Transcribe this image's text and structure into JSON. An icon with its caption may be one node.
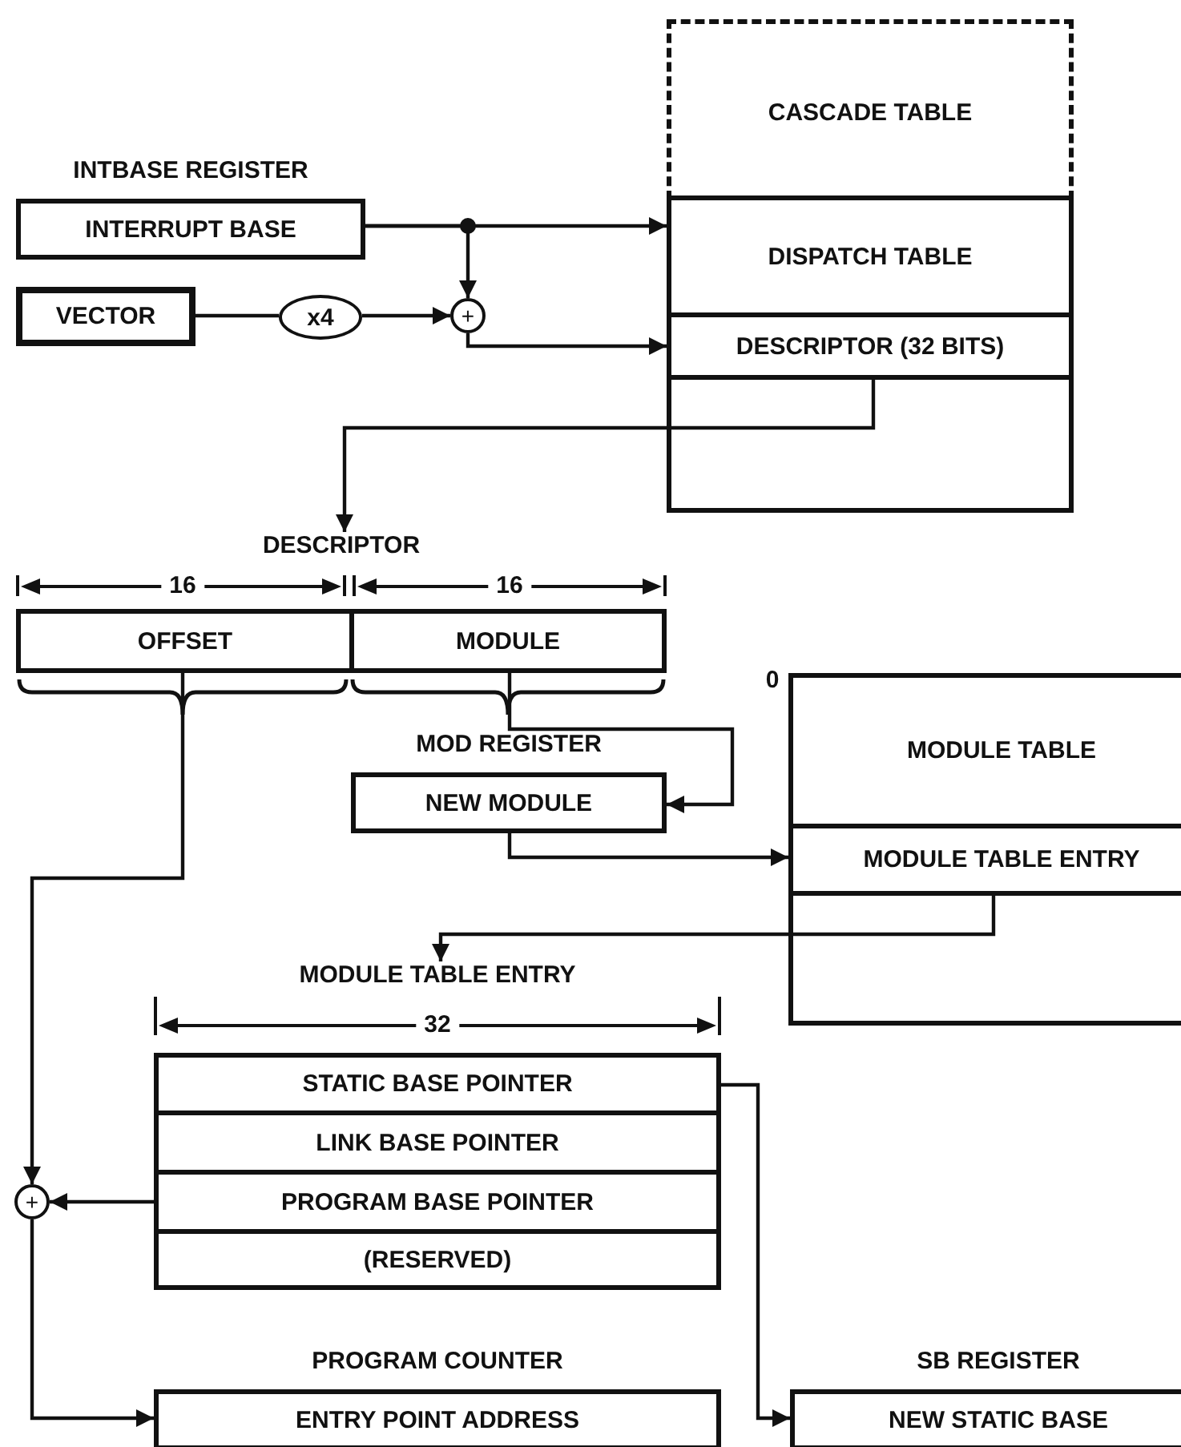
{
  "diagram": {
    "nodes": [
      {
        "text": [
          "INTBASE REGISTER",
          "INTERRUPT BASE"
        ]
      },
      {
        "text": [
          "VECTOR"
        ]
      },
      {
        "text": [
          "x4"
        ]
      },
      {
        "text": [
          "+"
        ]
      },
      {
        "text": [],
        "shape": "box"
      },
      {
        "text": [
          "CASCADE TABLE"
        ],
        "in": 4
      },
      {
        "text": [
          "DISPATCH TABLE"
        ],
        "in": 4
      },
      {
        "text": [
          "DESCRIPTOR (32 BITS)"
        ],
        "in": 4
      },
      {
        "text": [
          "DESCRIPTOR"
        ]
      },
      {
        "text": [
          "OFFSET"
        ],
        "in": 8
      },
      {
        "text": [
          "MODULE"
        ],
        "in": 8
      },
      {
        "text": [
          "MOD REGISTER",
          "NEW MODULE"
        ]
      },
      {
        "text": [],
        "shape": "box"
      },
      {
        "text": [
          "MODULE TABLE"
        ],
        "in": 12
      },
      {
        "text": [
          "MODULE TABLE ENTRY"
        ],
        "in": 12
      },
      {
        "text": [
          "MODULE TABLE ENTRY"
        ]
      },
      {
        "text": [
          "STATIC BASE POINTER"
        ],
        "in": 15
      },
      {
        "text": [
          "LINK BASE POINTER"
        ],
        "in": 15
      },
      {
        "text": [
          "PROGRAM BASE POINTER"
        ],
        "in": 15
      },
      {
        "text": [
          "(RESERVED)"
        ],
        "in": 15
      },
      {
        "text": [
          "+"
        ]
      },
      {
        "text": [
          "PROGRAM COUNTER",
          "ENTRY POINT ADDRESS"
        ]
      },
      {
        "text": [
          "SB REGISTER",
          "NEW STATIC BASE"
        ]
      }
    ],
    "edges": [
      {
        "from": 0,
        "to": 6,
        "arrow": "to"
      },
      {
        "from": 0,
        "to": 3,
        "arrow": "to"
      },
      {
        "from": 1,
        "to": 2,
        "arrow": "none"
      },
      {
        "from": 2,
        "to": 3,
        "arrow": "to"
      },
      {
        "from": 3,
        "to": 7,
        "arrow": "to"
      },
      {
        "from": 7,
        "to": 8,
        "arrow": "to"
      },
      {
        "from": 9,
        "to": 20,
        "arrow": "to"
      },
      {
        "from": 10,
        "to": 11,
        "arrow": "to"
      },
      {
        "from": 11,
        "to": 14,
        "arrow": "to"
      },
      {
        "from": 14,
        "to": 15,
        "arrow": "to"
      },
      {
        "from": 16,
        "to": 22,
        "arrow": "to"
      },
      {
        "from": 18,
        "to": 20,
        "arrow": "to"
      },
      {
        "from": 20,
        "to": 21,
        "arrow": "to"
      }
    ],
    "labels": [
      "16",
      "16",
      "0",
      "32"
    ]
  }
}
